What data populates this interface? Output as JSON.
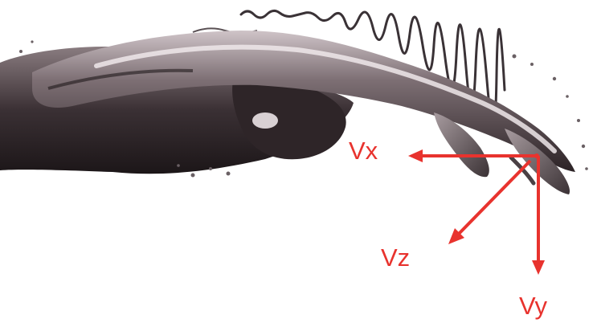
{
  "illustration": {
    "subject": "swimmer-arm-illustration"
  },
  "vectors": {
    "color": "#e8332e",
    "vx": {
      "label": "Vx"
    },
    "vy": {
      "label": "Vy"
    },
    "vz": {
      "label": "Vz"
    }
  }
}
